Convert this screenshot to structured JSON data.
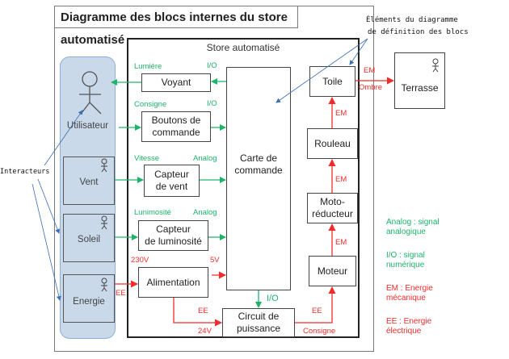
{
  "title": "Diagramme des blocs internes du store automatisé",
  "system": {
    "name": "Store automatisé"
  },
  "annotations": {
    "bdd_elements_line1": "Éléments du diagramme",
    "bdd_elements_line2": "de définition des blocs",
    "interacteurs": "Interacteurs"
  },
  "actors": {
    "utilisateur": "Utilisateur",
    "vent": "Vent",
    "soleil": "Soleil",
    "energie": "Energie",
    "terrasse": "Terrasse"
  },
  "blocks": {
    "voyant": "Voyant",
    "boutons": [
      "Boutons de",
      "commande"
    ],
    "capteur_vent": [
      "Capteur",
      "de vent"
    ],
    "capteur_lum": [
      "Capteur",
      "de luminosité"
    ],
    "alimentation": "Alimentation",
    "carte": [
      "Carte de",
      "commande"
    ],
    "circuit": [
      "Circuit de",
      "puissance"
    ],
    "toile": "Toile",
    "rouleau": "Rouleau",
    "motoreducteur": [
      "Moto-",
      "réducteur"
    ],
    "moteur": "Moteur"
  },
  "flows": {
    "lumiere": "Lumière",
    "io_voyant": "I/O",
    "consigne": "Consigne",
    "io_boutons": "I/O",
    "vitesse": "Vitesse",
    "analog_vent": "Analog",
    "luminosite": "Lunimosité",
    "analog_lum": "Analog",
    "v230": "230V",
    "v5": "5V",
    "ee_energie": "EE",
    "ee_alim": "EE",
    "v24": "24V",
    "io_carte": "I/O",
    "ee_circuit": "EE",
    "consigne_circuit": "Consigne",
    "em_moteur": "EM",
    "em_moto": "EM",
    "em_rouleau": "EM",
    "em_toile": "EM",
    "ombre": "Ombre"
  },
  "legend": [
    {
      "line1": "Analog : signal",
      "line2": "analogique",
      "color": "#1db36a"
    },
    {
      "line1": "I/O : signal",
      "line2": "numérique",
      "color": "#1db36a"
    },
    {
      "line1": "EM : Energie",
      "line2": "mécanique",
      "color": "#f02b2b"
    },
    {
      "line1": "EE : Energie",
      "line2": "électrique",
      "color": "#f02b2b"
    }
  ],
  "colors": {
    "signal": "#1db36a",
    "energy": "#f02b2b",
    "pointer": "#3a6fb5",
    "actor_fill": "#c9d9ea"
  }
}
